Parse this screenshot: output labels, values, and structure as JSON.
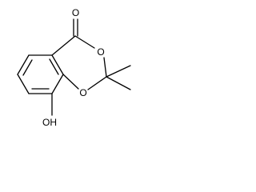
{
  "structure": {
    "atoms": {
      "carbonyl_oxygen": "O",
      "ring_oxygen_top": "O",
      "ring_oxygen_bottom": "O",
      "hydroxyl": "OH"
    },
    "colors": {
      "bond": "#000000",
      "label": "#000000",
      "background": "#ffffff"
    }
  }
}
